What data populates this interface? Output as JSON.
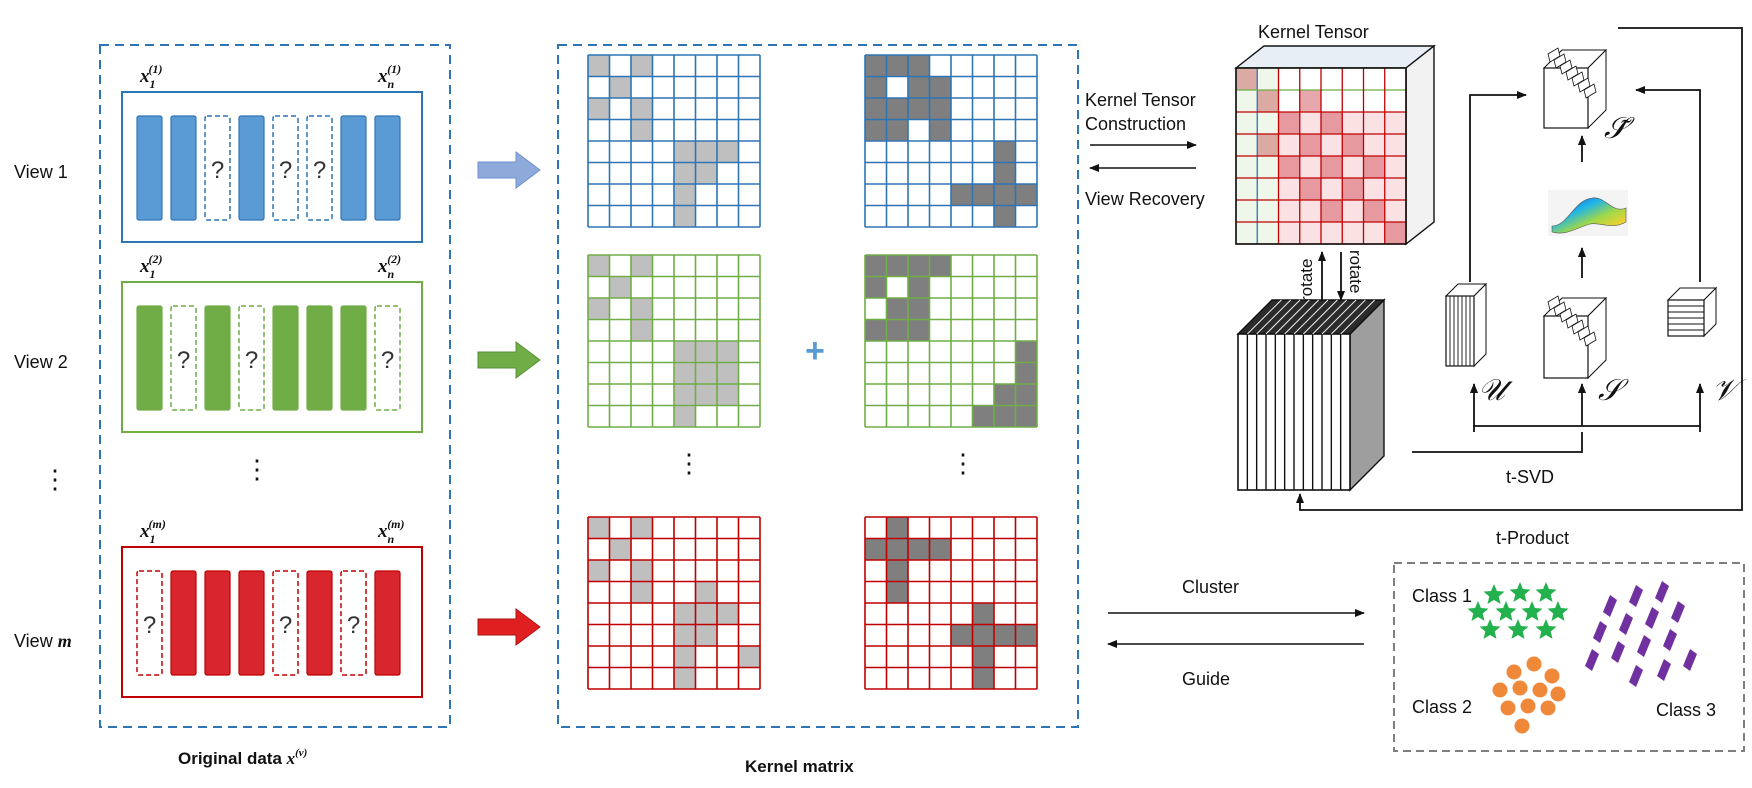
{
  "views": [
    {
      "label": "View 1",
      "first": "x",
      "first_sub": "1",
      "first_sup": "(1)",
      "last": "x",
      "last_sub": "n",
      "last_sup": "(1)"
    },
    {
      "label": "View 2",
      "first": "x",
      "first_sub": "1",
      "first_sup": "(2)",
      "last": "x",
      "last_sub": "n",
      "last_sup": "(2)"
    },
    {
      "label": "View ",
      "label_math": "m",
      "first": "x",
      "first_sub": "1",
      "first_sup": "(m)",
      "last": "x",
      "last_sub": "n",
      "last_sup": "(m)"
    }
  ],
  "vertical_ellipsis": "⋮",
  "missing_mark": "?",
  "original_data_caption": "Original data ",
  "original_data_symbol": "x",
  "original_data_sup": "(v)",
  "kernel_matrix_caption": "Kernel matrix",
  "plus_sign": "+",
  "kernel_tensor_title": "Kernel Tensor",
  "kernel_tensor_construction_1": "Kernel Tensor",
  "kernel_tensor_construction_2": "Construction",
  "view_recovery": "View Recovery",
  "rotate_left": "rotate",
  "rotate_right": "rotate",
  "tsvd_label": "t-SVD",
  "tproduct_label": "t-Product",
  "factor_U": "𝒰",
  "factor_S": "𝒮",
  "factor_V": "𝒱",
  "factor_S_tilde": "𝒮̃",
  "cluster_label": "Cluster",
  "guide_label": "Guide",
  "classes": [
    "Class 1",
    "Class 2",
    "Class 3"
  ],
  "colors": {
    "view1": "#2e75b6",
    "view1_fill": "#5b9bd5",
    "view2": "#70ad47",
    "view2_fill": "#70ad47",
    "viewm": "#c00000",
    "viewm_fill": "#d9262e",
    "dashed_box": "#2e75b6",
    "class1": "#22b14c",
    "class2": "#f0883a",
    "class3": "#7030a0",
    "light_cell": "#bfbfbf",
    "dark_cell": "#7f7f7f"
  }
}
